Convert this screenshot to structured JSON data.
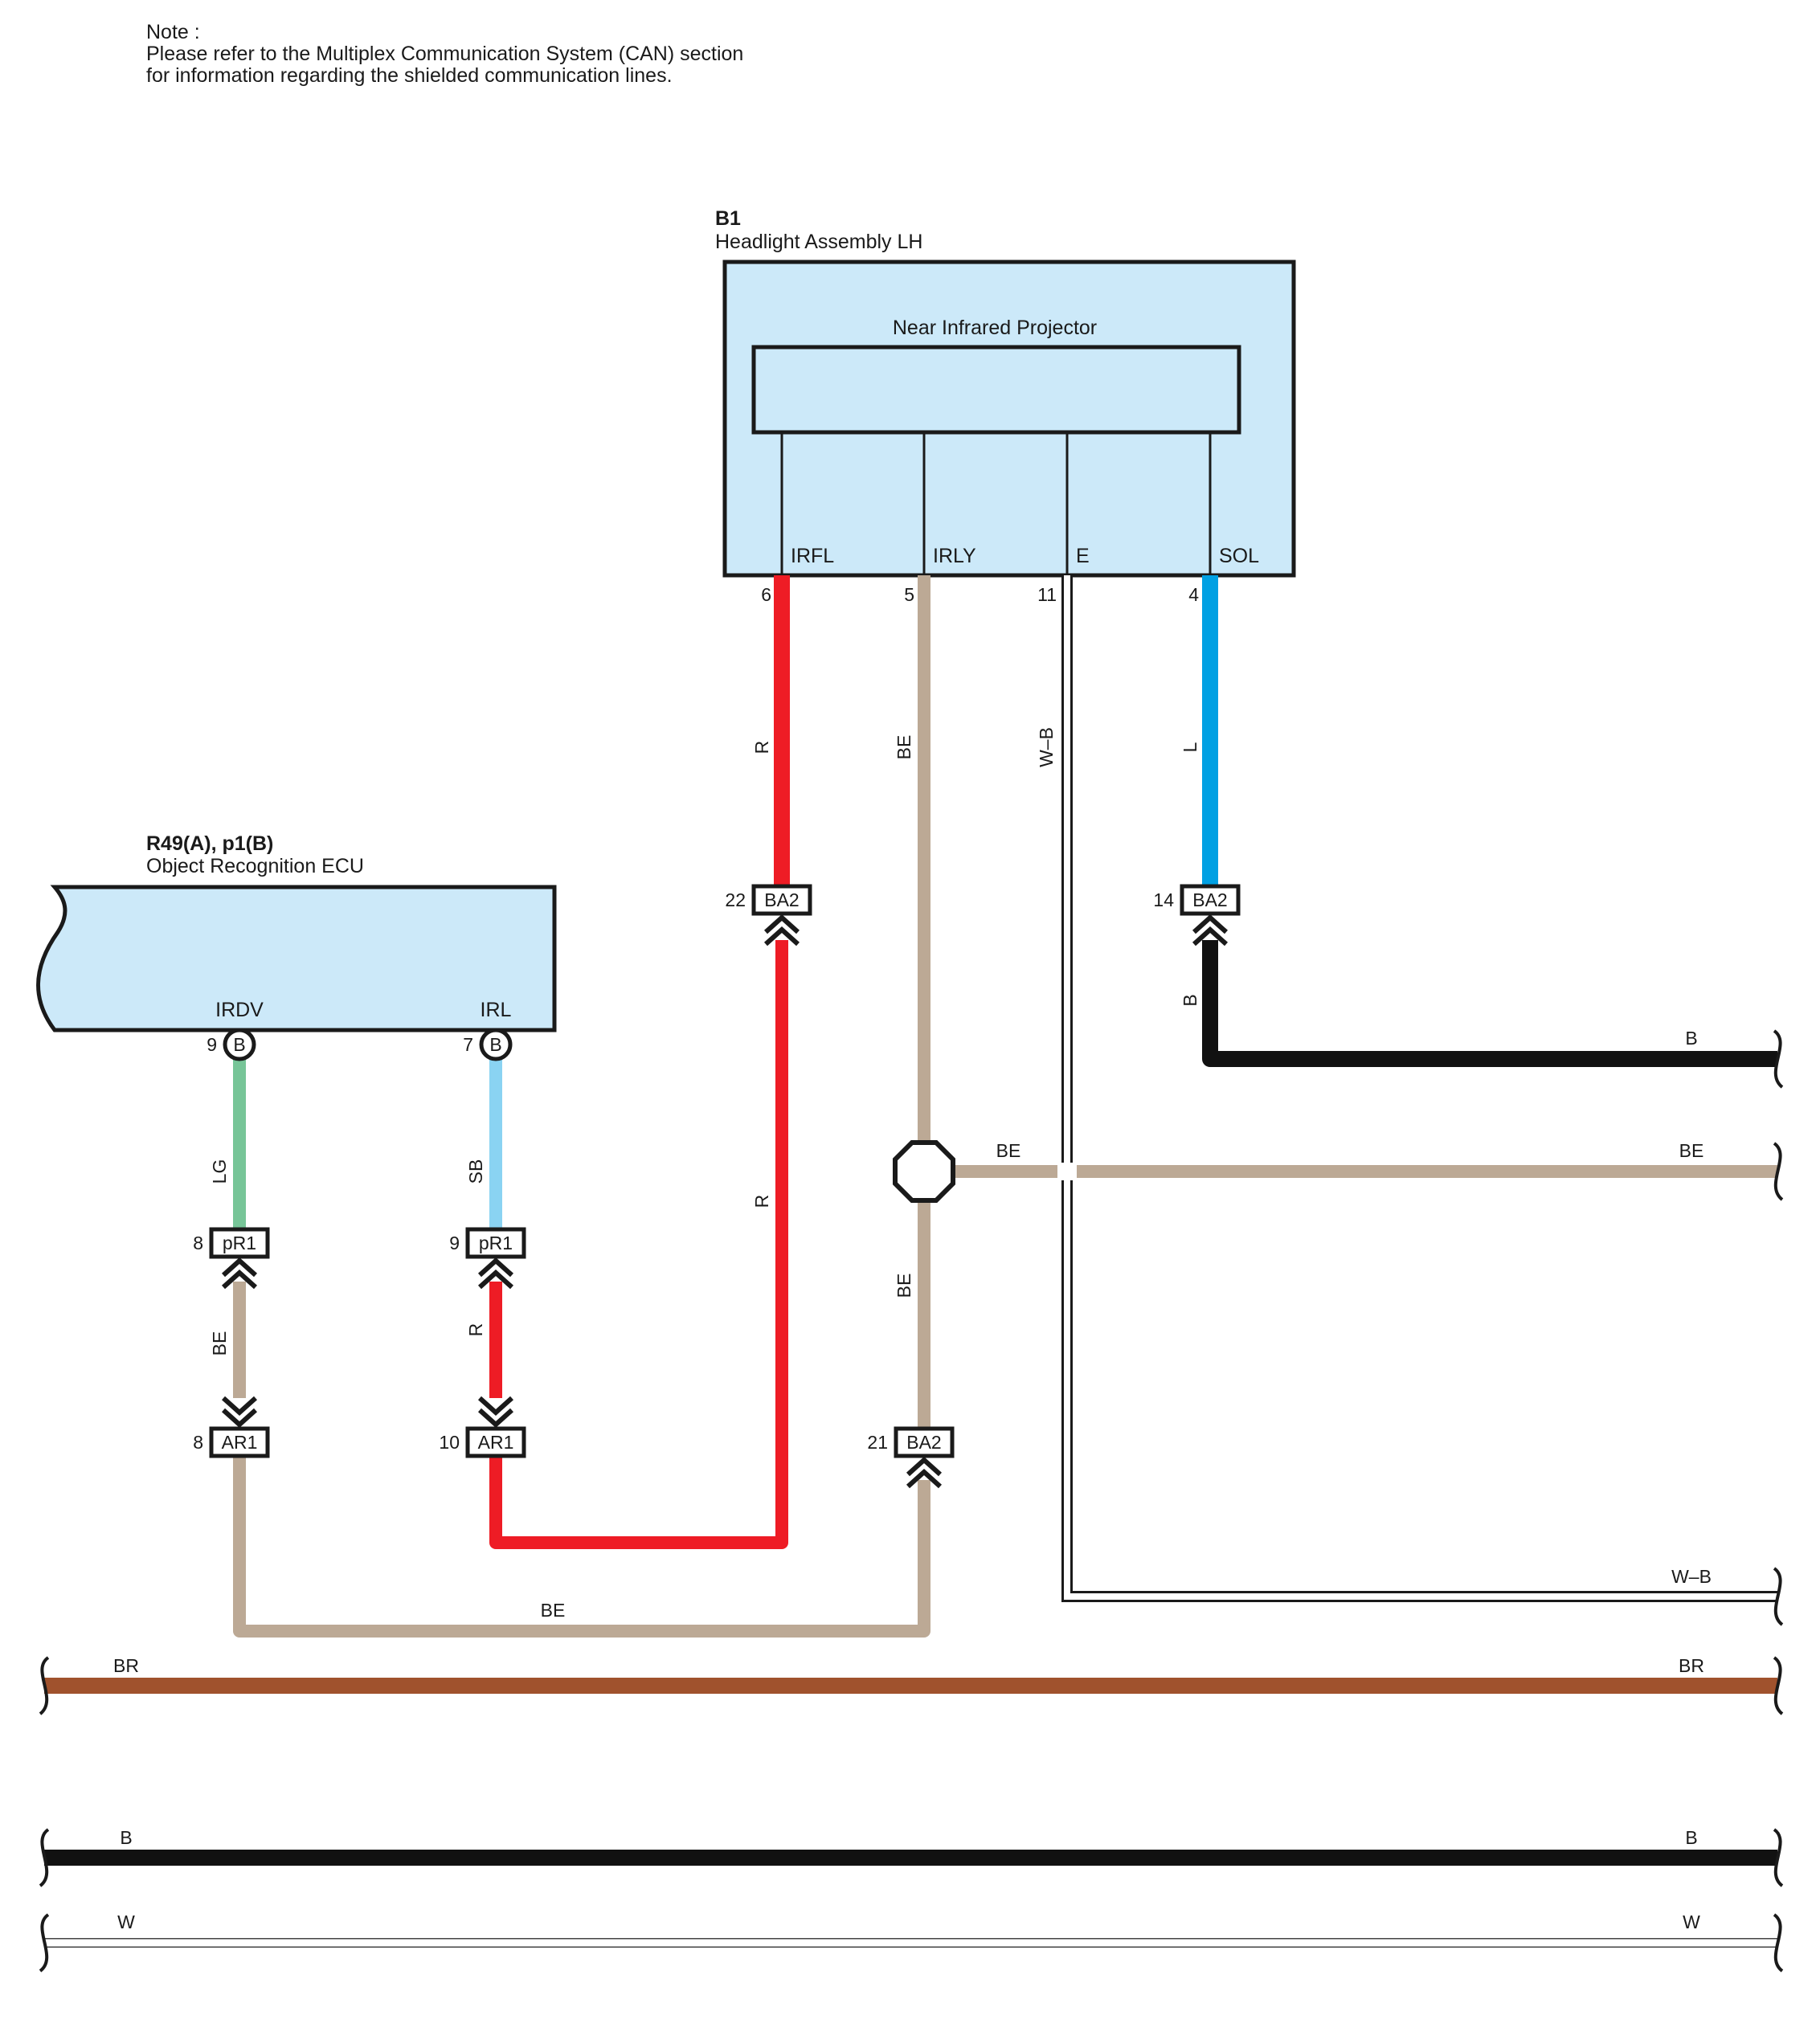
{
  "note": {
    "heading": "Note :",
    "line1": "Please refer to the Multiplex Communication System (CAN) section",
    "line2": "for information regarding the shielded communication lines."
  },
  "headlight": {
    "code": "B1",
    "name": "Headlight Assembly LH",
    "inner": "Near Infrared Projector",
    "terminals": [
      "IRFL",
      "IRLY",
      "E",
      "SOL"
    ],
    "pins": [
      "6",
      "5",
      "11",
      "4"
    ]
  },
  "ecu": {
    "code": "R49(A), p1(B)",
    "name": "Object Recognition ECU",
    "terminals": [
      "IRDV",
      "IRL"
    ],
    "pins": [
      "9",
      "7"
    ],
    "connector_letter": "B"
  },
  "connectors": {
    "ba2_22": {
      "name": "BA2",
      "pin": "22"
    },
    "ba2_14": {
      "name": "BA2",
      "pin": "14"
    },
    "ba2_21": {
      "name": "BA2",
      "pin": "21"
    },
    "pr1_8": {
      "name": "pR1",
      "pin": "8"
    },
    "pr1_9": {
      "name": "pR1",
      "pin": "9"
    },
    "ar1_8": {
      "name": "AR1",
      "pin": "8"
    },
    "ar1_10": {
      "name": "AR1",
      "pin": "10"
    }
  },
  "wires": {
    "r": "R",
    "be": "BE",
    "wb": "W–B",
    "l": "L",
    "b": "B",
    "lg": "LG",
    "sb": "SB",
    "br": "BR",
    "w": "W"
  },
  "colors": {
    "red": "#ee1c25",
    "beige": "#bca995",
    "blue": "#00a0e3",
    "black": "#111111",
    "green": "#77c598",
    "sky": "#8ad3f2",
    "brown": "#a0522d",
    "fill": "#cce9f9"
  }
}
